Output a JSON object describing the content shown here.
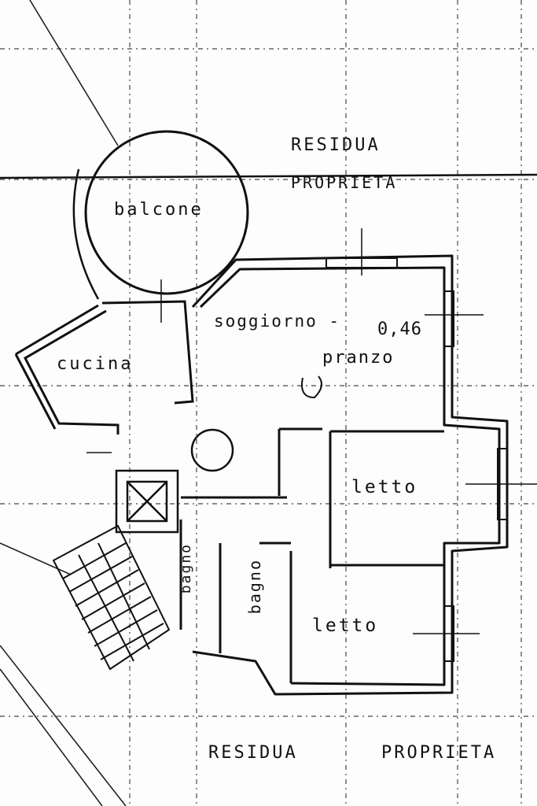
{
  "plan": {
    "labels": {
      "top_residua": "RESIDUA",
      "top_proprieta": "PROPRIETA",
      "balcone": "balcone",
      "cucina": "cucina",
      "soggiorno": "soggiorno -",
      "height": "0,46",
      "pranzo": "pranzo",
      "letto_1": "letto",
      "letto_2": "letto",
      "bagno_1": "bagno",
      "bagno_2": "bagno",
      "bottom_residua": "RESIDUA",
      "bottom_proprieta": "PROPRIETA"
    }
  }
}
